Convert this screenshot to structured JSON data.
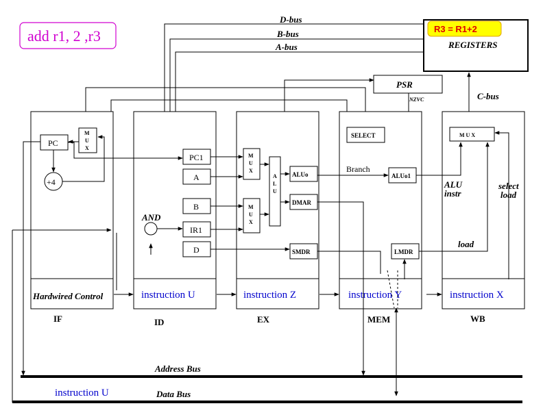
{
  "title": "add r1, 2 ,r3",
  "buses": {
    "d_bus": "D-bus",
    "b_bus": "B-bus",
    "a_bus": "A-bus",
    "c_bus": "C-bus",
    "address_bus": "Address Bus",
    "data_bus": "Data Bus"
  },
  "registers": {
    "label": "REGISTERS",
    "note": "R3 = R1+2"
  },
  "psr": {
    "label": "PSR",
    "flags": "NZVC"
  },
  "stages": {
    "if": "IF",
    "id": "ID",
    "ex": "EX",
    "mem": "MEM",
    "wb": "WB"
  },
  "stage_instr": {
    "if": "Hardwired Control",
    "id": "instruction U",
    "ex": "instruction Z",
    "mem": "instruction Y",
    "wb": "instruction X"
  },
  "databus_instr": "instruction U",
  "blocks": {
    "pc": "PC",
    "plus4": "+4",
    "mux": "M\nU\nX",
    "pc1": "PC1",
    "a": "A",
    "b": "B",
    "ir1": "IR1",
    "d": "D",
    "and": "AND",
    "alu": "A\nL\nU",
    "aluo": "ALUo",
    "dmar": "DMAR",
    "smdr": "SMDR",
    "select": "SELECT",
    "branch": "Branch",
    "aluo1": "ALUo1",
    "lmdr": "LMDR",
    "wb_mux": "M U X",
    "alu_instr_1": "ALU",
    "alu_instr_2": "instr",
    "select_load_1": "select",
    "select_load_2": "load",
    "load": "load"
  },
  "colors": {
    "instruction_text": "#0000cc",
    "title_text": "#d000d0",
    "note_fill": "#ffff00",
    "note_text": "#e00000"
  }
}
